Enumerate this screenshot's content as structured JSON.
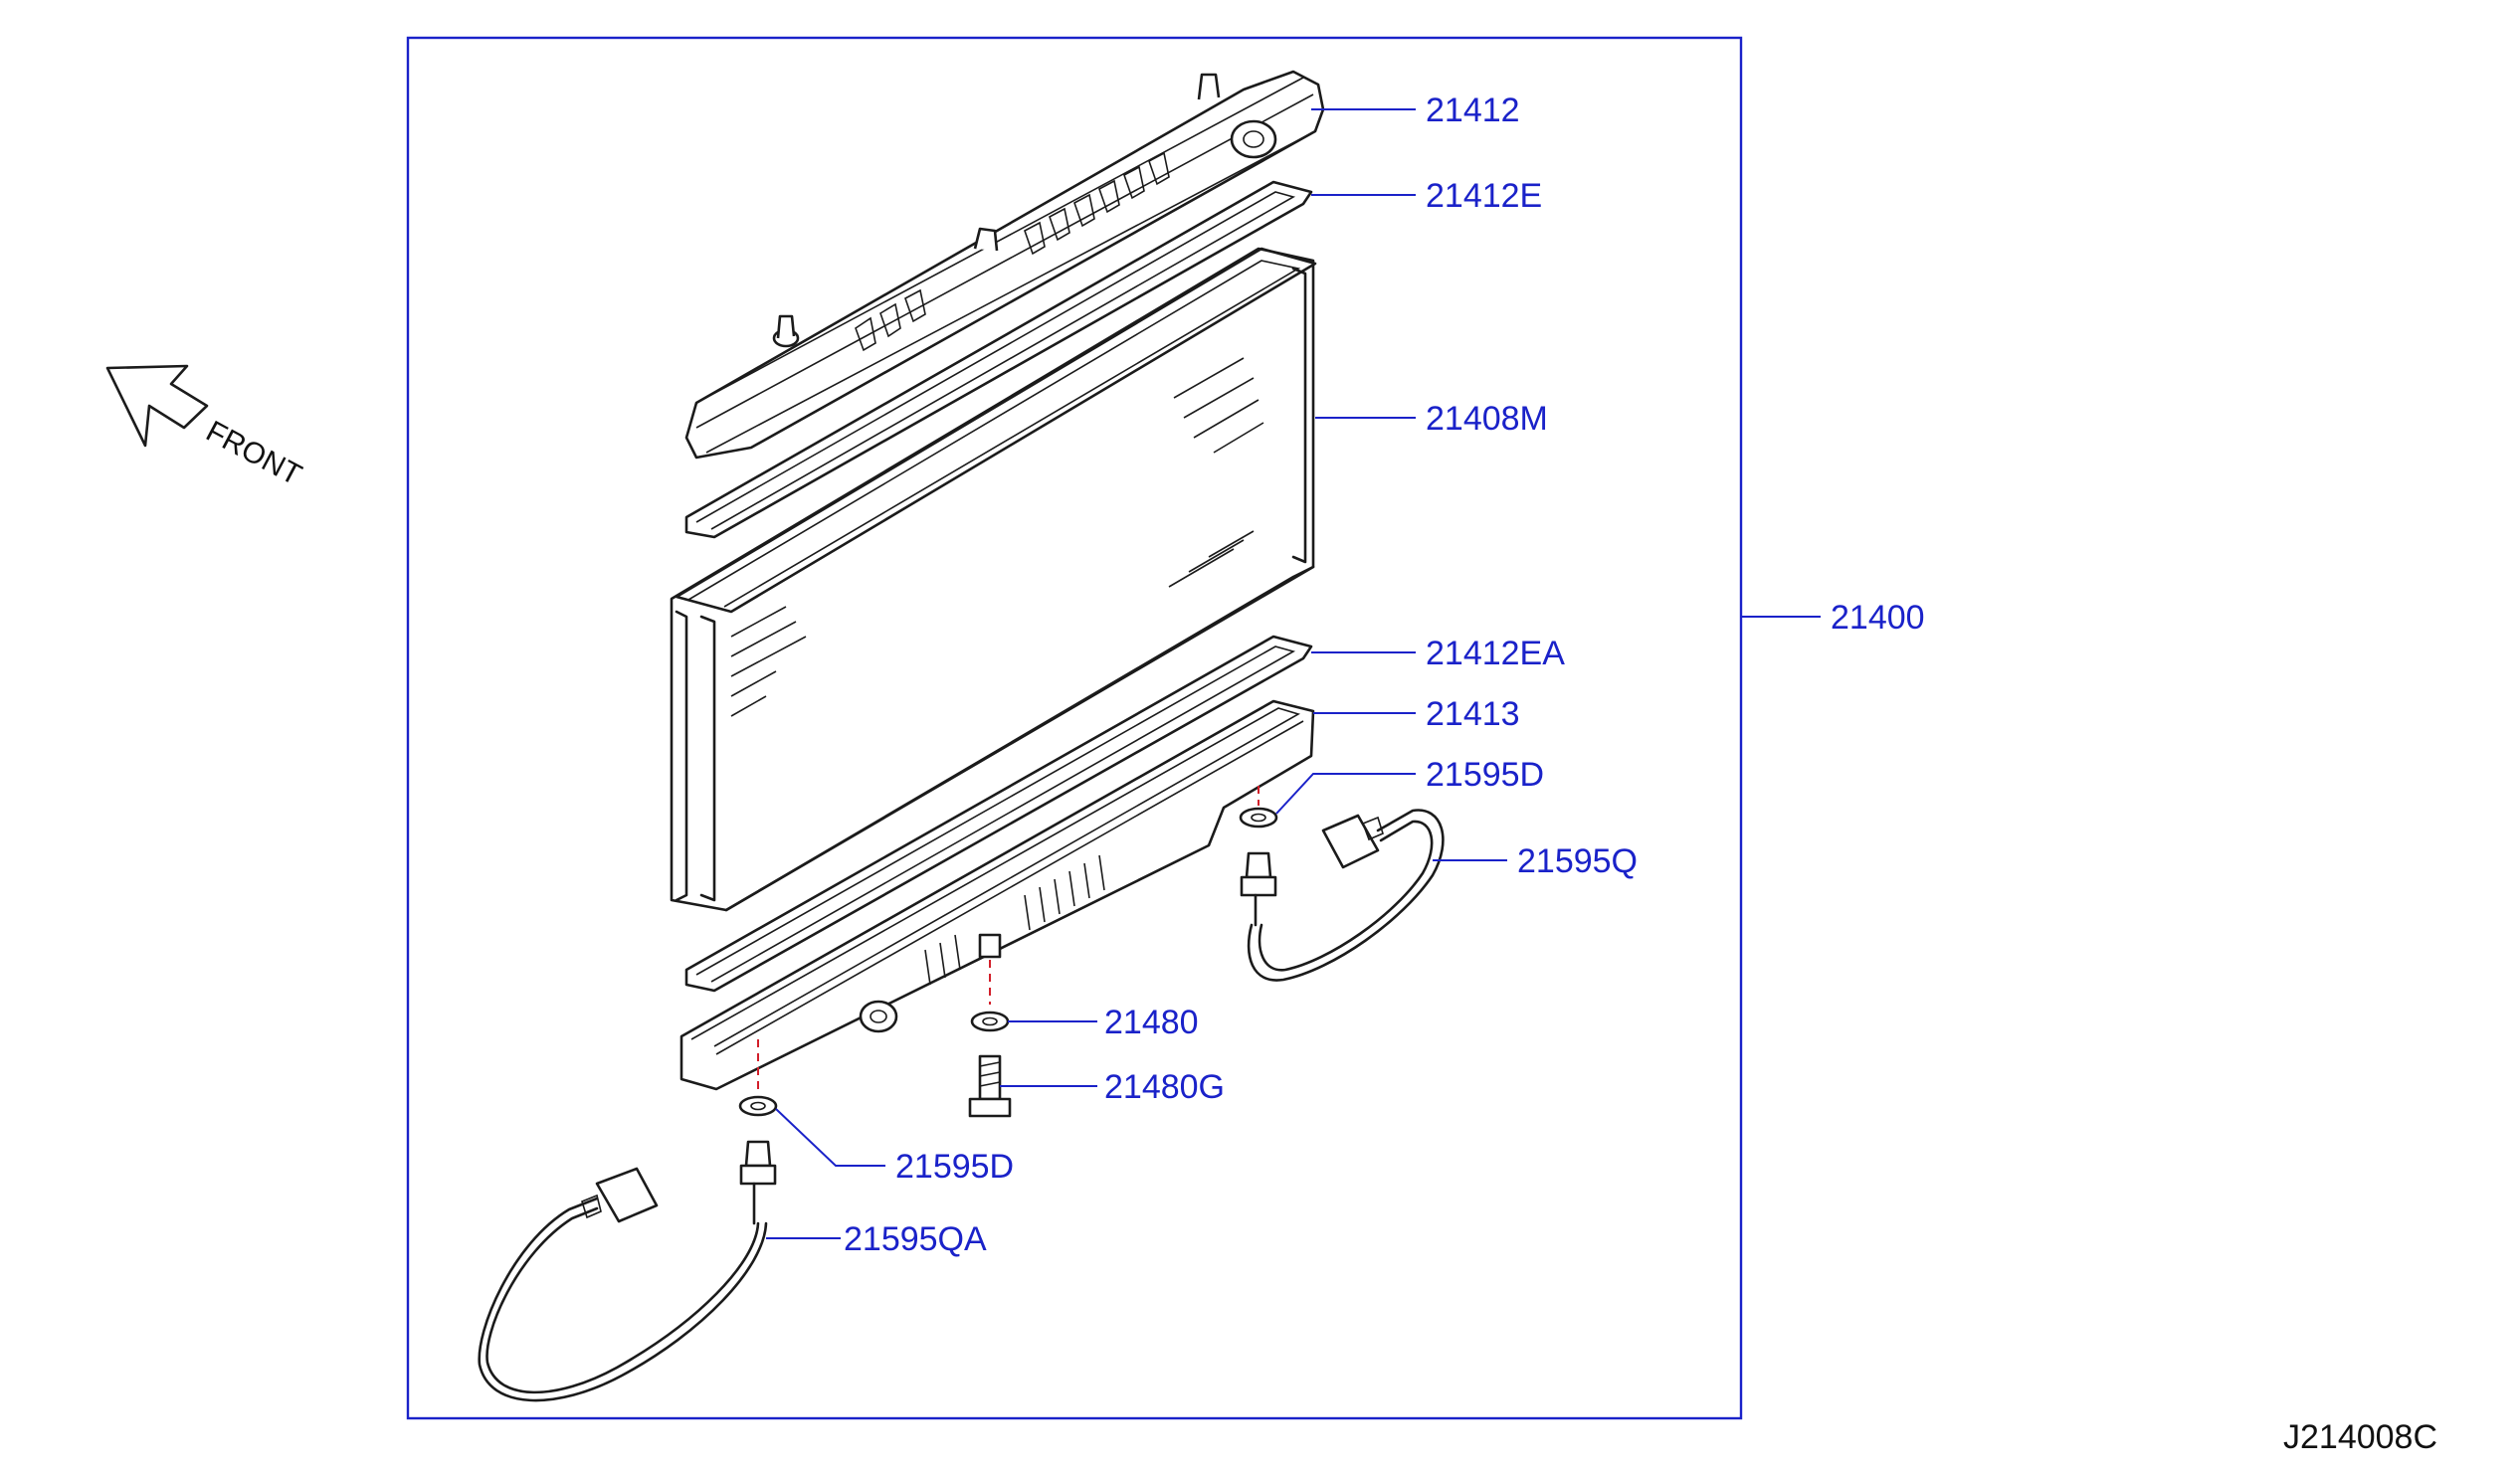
{
  "diagram": {
    "front_label": "FRONT",
    "reference_code": "J214008C",
    "colors": {
      "callout": "#1a22c9",
      "line": "#1b1b1b",
      "hidden_line": "#d21f2a",
      "frame": "#1a22c9"
    },
    "callouts": [
      {
        "id": "upper-tank",
        "label": "21412"
      },
      {
        "id": "upper-gasket",
        "label": "21412E"
      },
      {
        "id": "core",
        "label": "21408M"
      },
      {
        "id": "assembly",
        "label": "21400"
      },
      {
        "id": "lower-gasket",
        "label": "21412EA"
      },
      {
        "id": "lower-tank",
        "label": "21413"
      },
      {
        "id": "washer-right",
        "label": "21595D"
      },
      {
        "id": "harness-right",
        "label": "21595Q"
      },
      {
        "id": "drain-washer",
        "label": "21480"
      },
      {
        "id": "drain-plug",
        "label": "21480G"
      },
      {
        "id": "washer-left",
        "label": "21595D"
      },
      {
        "id": "harness-left",
        "label": "21595QA"
      }
    ]
  }
}
